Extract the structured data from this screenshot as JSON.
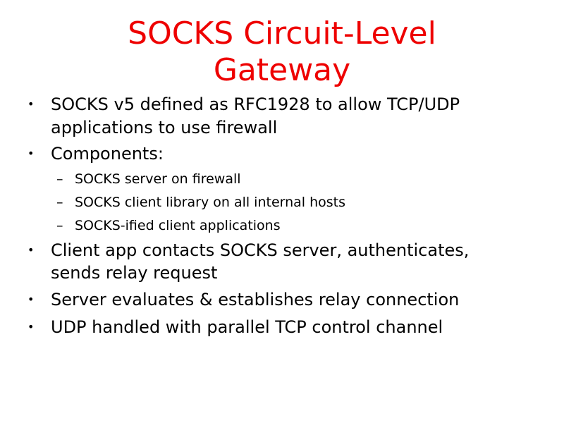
{
  "slide": {
    "title_lines": [
      "SOCKS Circuit-Level",
      "Gateway"
    ],
    "title_color": "#ee0000",
    "bullets": [
      {
        "lines": [
          "SOCKS v5 defined as RFC1928 to allow TCP/UDP",
          "applications to use firewall"
        ]
      },
      {
        "lines": [
          "Components:"
        ],
        "sub": [
          "SOCKS server on firewall",
          "SOCKS client library on all internal hosts",
          "SOCKS-ified client applications"
        ]
      },
      {
        "lines": [
          "Client app contacts SOCKS server, authenticates,",
          "sends relay request"
        ]
      },
      {
        "lines": [
          "Server evaluates & establishes relay connection"
        ]
      },
      {
        "lines": [
          "UDP handled with parallel TCP control channel"
        ]
      }
    ],
    "bullet_glyph": "•",
    "sub_glyph": "–"
  }
}
